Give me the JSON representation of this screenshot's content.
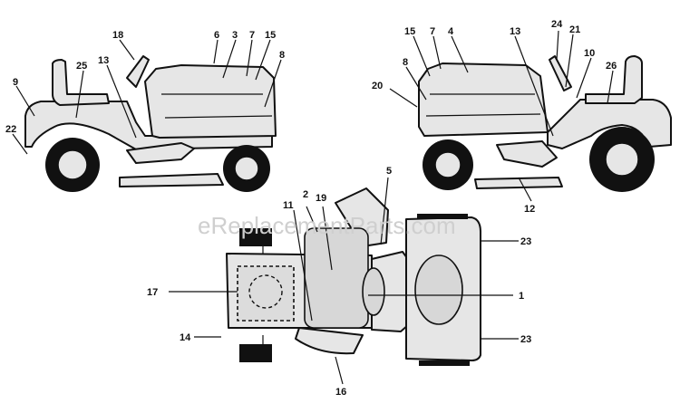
{
  "watermark": "eReplacementParts.com",
  "callouts": {
    "left_view": [
      "18",
      "6",
      "3",
      "7",
      "15",
      "8",
      "9",
      "25",
      "13",
      "22"
    ],
    "right_view": [
      "15",
      "7",
      "4",
      "13",
      "24",
      "21",
      "8",
      "10",
      "26",
      "20",
      "12"
    ],
    "top_view": [
      "5",
      "11",
      "2",
      "19",
      "23",
      "17",
      "1",
      "14",
      "23",
      "16"
    ]
  }
}
